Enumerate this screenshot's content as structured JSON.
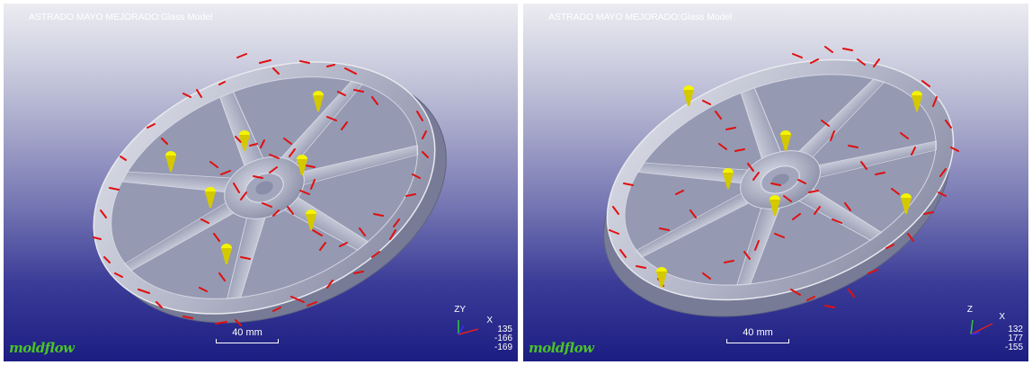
{
  "viewports": [
    {
      "title": "ASTRADO MAYO MEJORADO:Glass Model",
      "scale_label": "40 mm",
      "coords": [
        "135",
        "-166",
        "-169"
      ],
      "axis_labels": {
        "up": "ZY",
        "side": "X"
      },
      "logo": "moldflow"
    },
    {
      "title": "ASTRADO MAYO MEJORADO:Glass Model",
      "scale_label": "40 mm",
      "coords": [
        "132",
        "177",
        "-155"
      ],
      "axis_labels": {
        "up": "Z",
        "side": "X"
      },
      "logo": "moldflow"
    }
  ],
  "colors": {
    "background_top": "#ececf2",
    "background_bottom": "#1c1d82",
    "wheel": "#b8bccd",
    "weld_lines": "#e01010",
    "gates": "#f4f400",
    "logo": "#49c227"
  }
}
